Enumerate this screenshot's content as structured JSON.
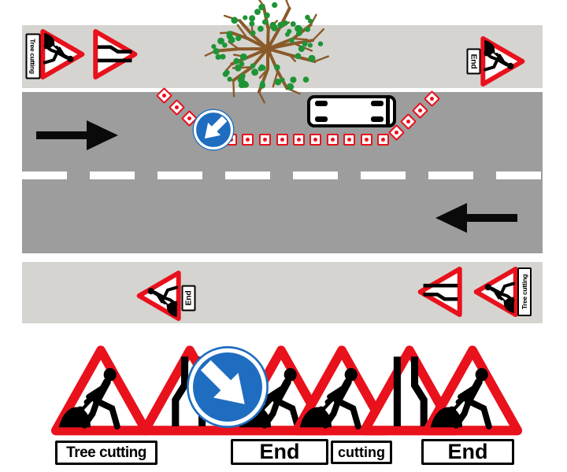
{
  "scene": "Tree cutting road works traffic management diagram",
  "colors": {
    "sign_red": "#e8111c",
    "sign_blue": "#1e6dc0",
    "road": "#9d9d9d",
    "verge": "#d5d4d0",
    "branch": "#8a5a2a",
    "foliage": "#1f9437"
  },
  "labels": {
    "tree_cutting": "Tree cutting",
    "end": "End",
    "cutting": "cutting"
  },
  "upper_verge": {
    "advance_signs": [
      "tree-cutting-plate",
      "roadworks-triangle",
      "road-narrows-triangle"
    ],
    "end_signs": [
      "end-plate",
      "roadworks-triangle"
    ]
  },
  "carriageway": {
    "upper_lane_direction": "right",
    "lower_lane_direction": "left",
    "keep_left_sign": "blue-circle-arrow-down-left",
    "works_vehicle": "white-vehicle-top-view",
    "cones": {
      "left_taper": [
        [
          208,
          121
        ],
        [
          224,
          136
        ],
        [
          240,
          150
        ],
        [
          256,
          164
        ]
      ],
      "line": [
        [
          293,
          177
        ],
        [
          314,
          177
        ],
        [
          336,
          177
        ],
        [
          358,
          177
        ],
        [
          379,
          177
        ],
        [
          400,
          177
        ],
        [
          422,
          177
        ],
        [
          443,
          177
        ],
        [
          465,
          177
        ],
        [
          486,
          177
        ]
      ],
      "right_taper": [
        [
          503,
          168
        ],
        [
          518,
          154
        ],
        [
          533,
          140
        ],
        [
          548,
          125
        ]
      ]
    }
  },
  "lower_verge": {
    "end_signs": [
      "roadworks-triangle",
      "end-plate"
    ],
    "advance_signs": [
      "road-narrows-triangle",
      "roadworks-triangle",
      "tree-cutting-plate"
    ]
  },
  "sign_legend_row": [
    {
      "type": "roadworks-triangle",
      "plate": "Tree cutting"
    },
    {
      "type": "road-narrows-left-triangle",
      "plate": null
    },
    {
      "type": "keep-right-circle",
      "plate": null
    },
    {
      "type": "roadworks-triangle",
      "plate": "End"
    },
    {
      "type": "roadworks-triangle",
      "plate": "cutting"
    },
    {
      "type": "road-narrows-right-triangle",
      "plate": null
    },
    {
      "type": "roadworks-triangle",
      "plate": "End"
    }
  ]
}
